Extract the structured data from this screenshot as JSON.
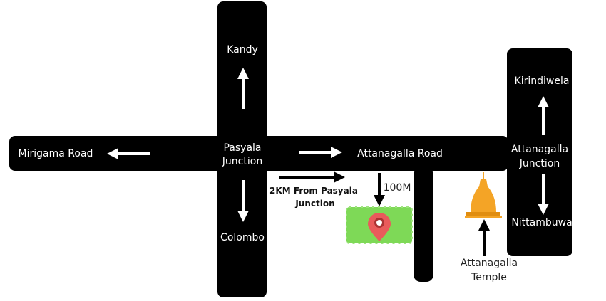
{
  "labels": {
    "kandy": "Kandy",
    "mirigama": "Mirigama Road",
    "pasyala_1": "Pasyala",
    "pasyala_2": "Junction",
    "attanagalla_road": "Attanagalla Road",
    "colombo": "Colombo",
    "kirindiwela": "Kirindiwela",
    "att_junction_1": "Attanagalla",
    "att_junction_2": "Junction",
    "nittambuwa": "Nittambuwa",
    "distance_100m": "100M",
    "distance_2km_1": "2KM From Pasyala",
    "distance_2km_2": "Junction",
    "temple_1": "Attanagalla",
    "temple_2": "Temple"
  },
  "colors": {
    "road": "#000000",
    "plot": "#7ed957",
    "pin": "#e95b5b",
    "temple": "#f4a426"
  }
}
